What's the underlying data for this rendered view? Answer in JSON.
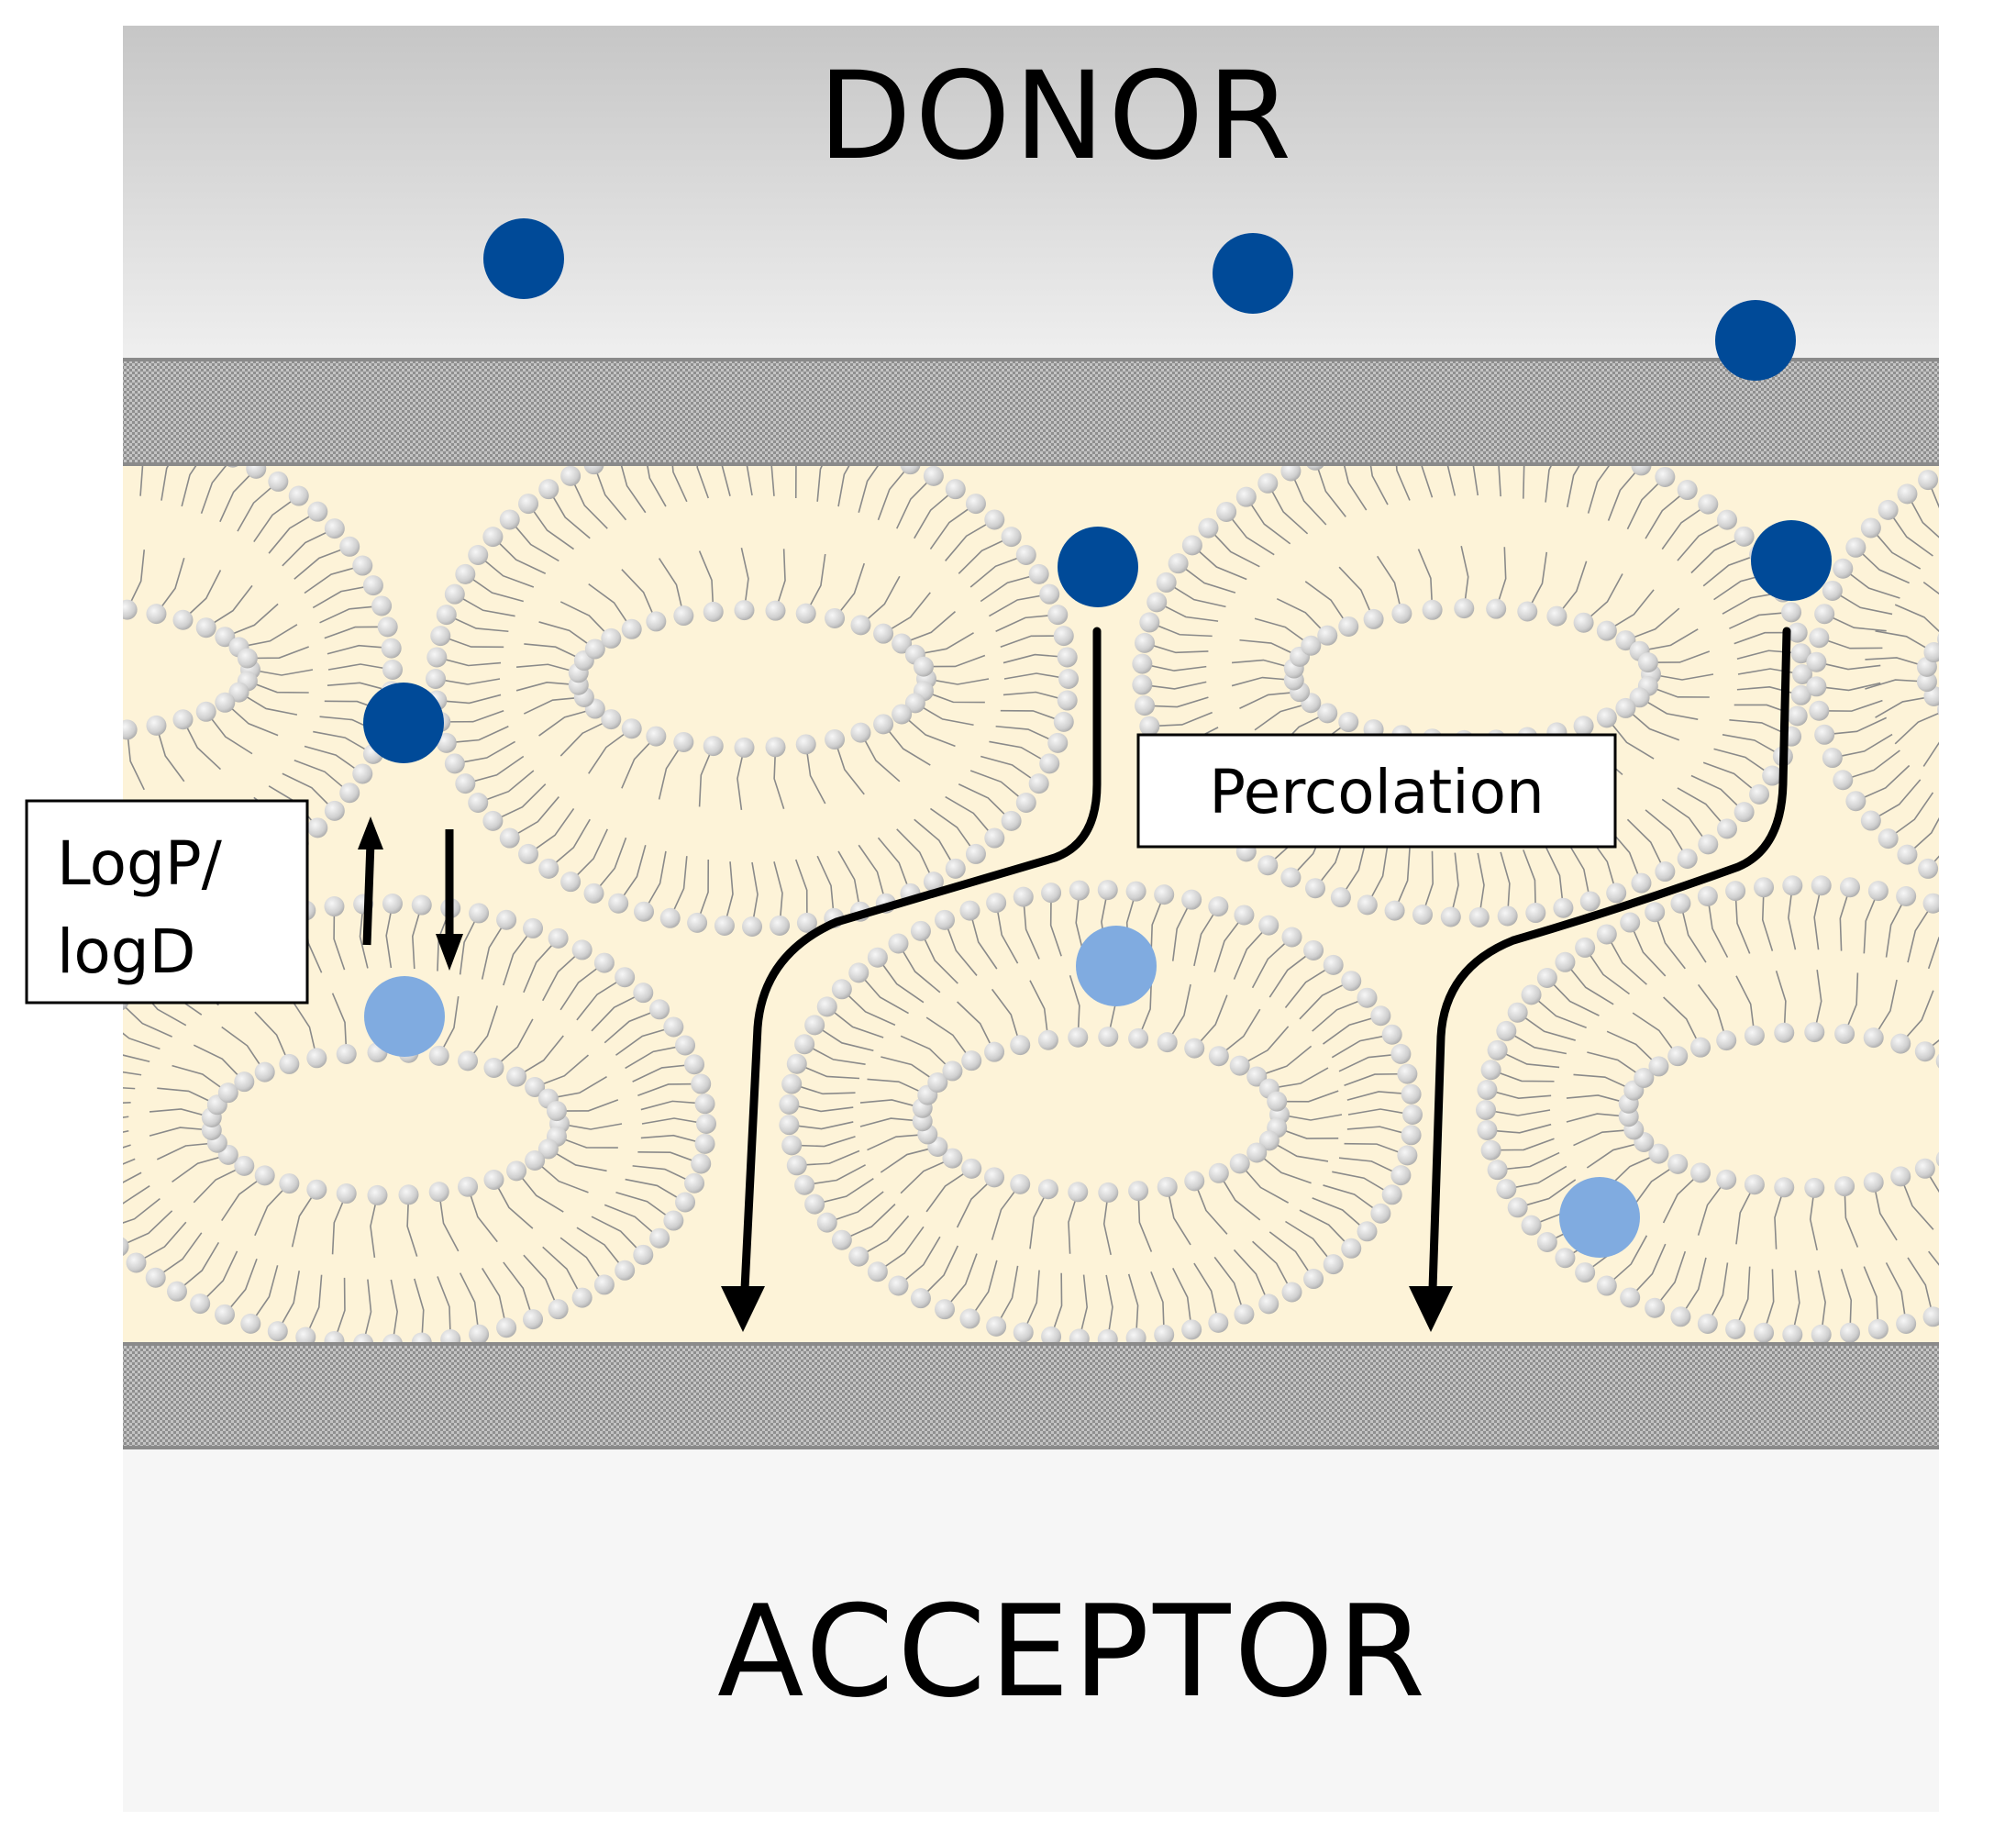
{
  "compartments": {
    "donor": {
      "label": "DONOR"
    },
    "acceptor": {
      "label": "ACCEPTOR"
    }
  },
  "labels": {
    "partition_line1": "LogP/",
    "partition_line2": "logD",
    "percolation": "Percolation"
  },
  "colors": {
    "donor_gradient_top": "#c6c6c6",
    "donor_gradient_bottom": "#efefef",
    "acceptor_fill": "#f6f6f6",
    "barrier_dark": "#7a7a7a",
    "barrier_light": "#c9c9c9",
    "lipid_medium": "#fdf3d8",
    "headgroup": "#d2d2d2",
    "headgroup_highlight": "#f7f7f7",
    "tail": "#8a8a8a",
    "drug_free": "#004a98",
    "drug_bound": "#80abe0",
    "arrow": "#000000"
  }
}
